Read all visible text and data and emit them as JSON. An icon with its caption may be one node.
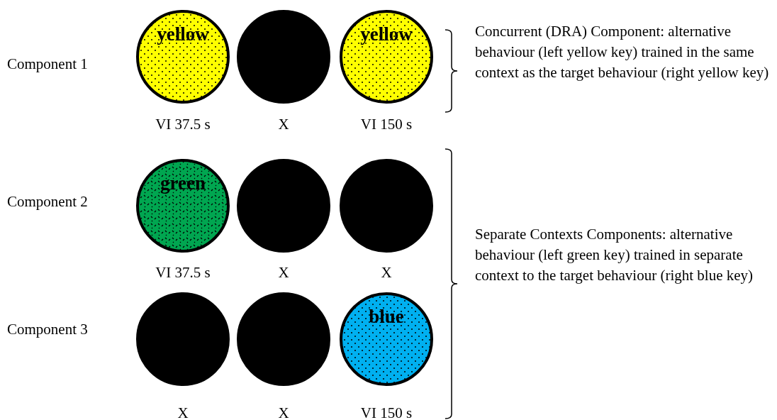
{
  "diagram": {
    "nodes": [
      {
        "text": [
          "yellow"
        ],
        "beside": [
          "VI 37.5 s"
        ]
      },
      {
        "text": [],
        "shape": "circle",
        "beside": [
          "X"
        ]
      },
      {
        "text": [
          "yellow"
        ],
        "beside": [
          "VI 150 s"
        ]
      },
      {
        "text": [
          "green"
        ],
        "beside": [
          "VI 37.5 s"
        ]
      },
      {
        "text": [],
        "shape": "circle",
        "beside": [
          "X"
        ]
      },
      {
        "text": [],
        "shape": "circle",
        "beside": [
          "X"
        ]
      },
      {
        "text": [],
        "shape": "circle",
        "beside": [
          "X"
        ]
      },
      {
        "text": [],
        "shape": "circle",
        "beside": [
          "X"
        ]
      },
      {
        "text": [
          "blue"
        ],
        "beside": [
          "VI 150 s"
        ]
      }
    ],
    "edges": [],
    "labels": [
      "Component 1",
      "Concurrent (DRA) Component: alternative behaviour (left yellow key) trained in the same context as the target behaviour (right yellow key)",
      "Component 2",
      "Separate Contexts Components: alternative behaviour (left green key) trained in separate context to the target behaviour (right blue key)",
      "Component 3"
    ]
  }
}
